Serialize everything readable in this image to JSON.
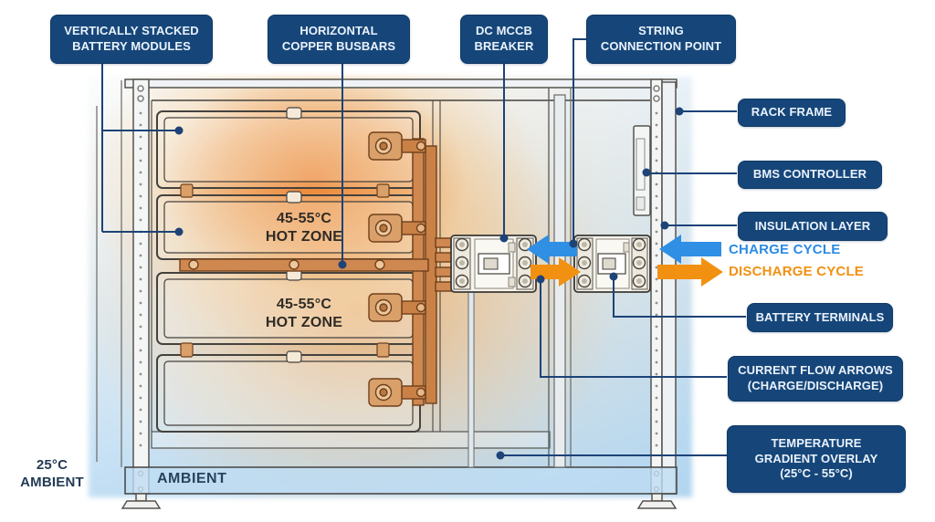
{
  "callouts": {
    "vertically_stacked_battery_modules": "VERTICALLY STACKED\nBATTERY MODULES",
    "horizontal_copper_busbars": "HORIZONTAL\nCOPPER BUSBARS",
    "dc_mccb_breaker": "DC MCCB\nBREAKER",
    "string_connection_point": "STRING\nCONNECTION POINT",
    "rack_frame": "RACK FRAME",
    "bms_controller": "BMS CONTROLLER",
    "insulation_layer": "INSULATION LAYER",
    "battery_terminals": "BATTERY TERMINALS",
    "current_flow_arrows": "CURRENT FLOW ARROWS\n(CHARGE/DISCHARGE)",
    "temperature_gradient_overlay": "TEMPERATURE\nGRADIENT OVERLAY\n(25°C - 55°C)"
  },
  "cycle_legend": {
    "charge": "CHARGE CYCLE",
    "discharge": "DISCHARGE CYCLE"
  },
  "zones": {
    "hot_zone_upper": "45-55°C\nHOT ZONE",
    "hot_zone_lower": "45-55°C\nHOT ZONE",
    "ambient_outside": "25°C\nAMBIENT",
    "ambient_base": "AMBIENT"
  },
  "colors": {
    "callout_background": "#164679",
    "leader_line": "#1d4377",
    "charge_blue": "#2b8be4",
    "discharge_orange": "#f29111",
    "copper": "#cf8850",
    "overlay_hot": "#ee8c2d",
    "overlay_cool": "#bcd9ef",
    "hot_zone_text": "#2f2b26"
  }
}
